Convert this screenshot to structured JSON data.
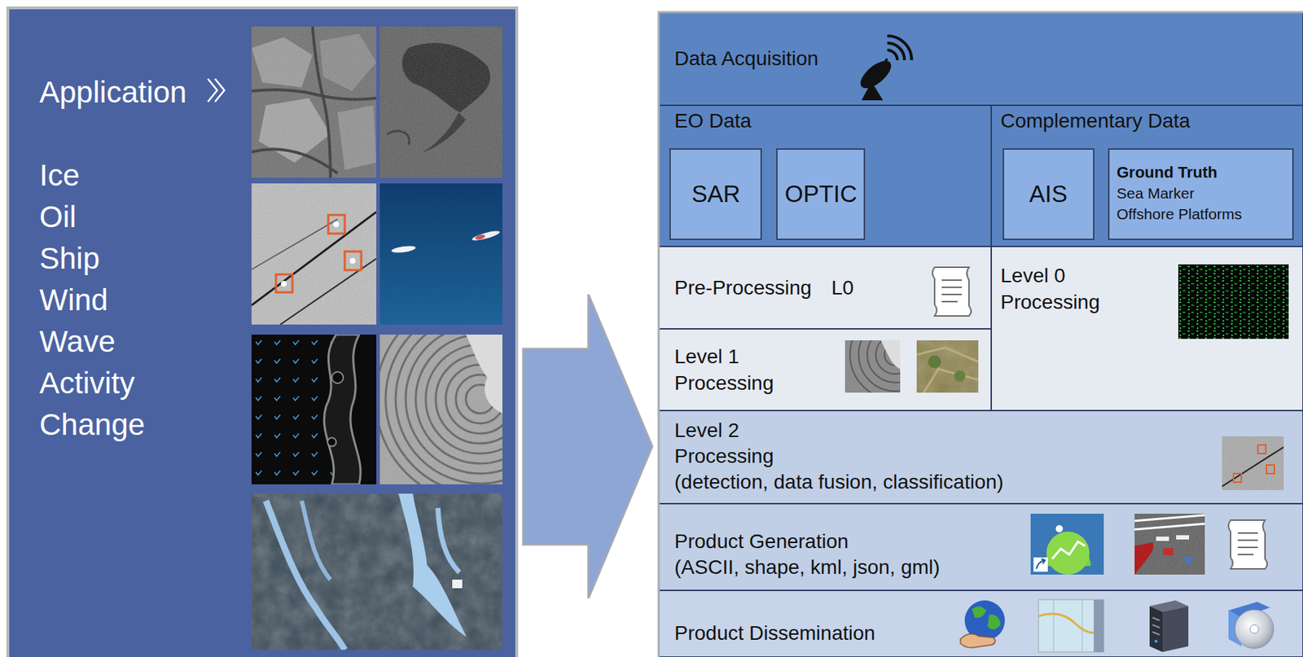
{
  "diagram": {
    "nodes": [
      {
        "text": [
          "Application",
          "Ice",
          "Oil",
          "Ship",
          "Wind",
          "Wave",
          "Activity",
          "Change"
        ]
      },
      {
        "text": [
          "Data Acquisition"
        ]
      },
      {
        "text": [
          "EO Data"
        ]
      },
      {
        "text": [
          "SAR"
        ],
        "in": 2
      },
      {
        "text": [
          "OPTIC"
        ],
        "in": 2
      },
      {
        "text": [
          "Complementary Data"
        ]
      },
      {
        "text": [
          "AIS"
        ],
        "in": 5
      },
      {
        "text": [
          "Ground Truth",
          "Sea Marker",
          "Offshore Platforms"
        ],
        "in": 5
      },
      {
        "text": [
          "Pre-Processing",
          "L0"
        ]
      },
      {
        "text": [
          "Level 0 Processing"
        ]
      },
      {
        "text": [
          "Level 1 Processing"
        ]
      },
      {
        "text": [
          "Level 2 Processing",
          "(detection, data fusion, classification)"
        ]
      },
      {
        "text": [
          "Product Generation",
          "(ASCII, shape, kml, json, gml)"
        ]
      },
      {
        "text": [
          "Product Dissemination"
        ]
      }
    ]
  }
}
